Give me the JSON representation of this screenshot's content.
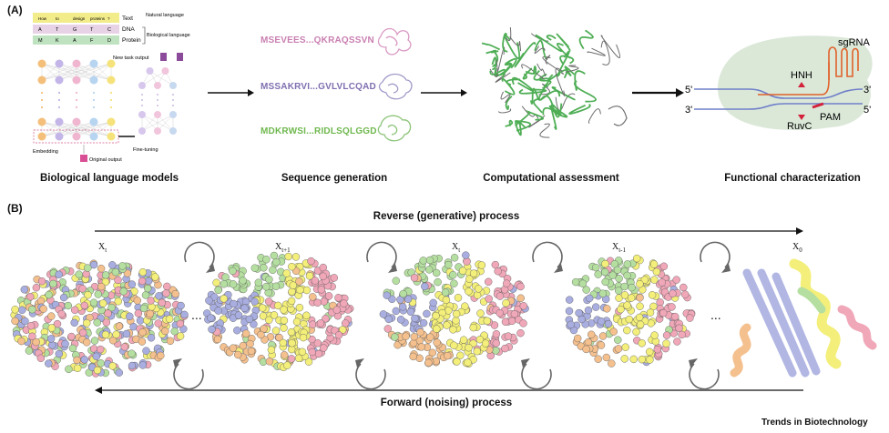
{
  "panel_a": {
    "label": "(A)",
    "step_captions": [
      "Biological language models",
      "Sequence generation",
      "Computational assessment",
      "Functional characterization"
    ],
    "lm": {
      "text_tokens": [
        "How",
        "to",
        "design",
        "proteins",
        "?"
      ],
      "dna_tokens": [
        "A",
        "T",
        "G",
        "T",
        "C"
      ],
      "protein_tokens": [
        "M",
        "K",
        "A",
        "F",
        "D"
      ],
      "text_label": "Text",
      "dna_label": "DNA",
      "protein_label": "Protein",
      "natural_language": "Natural language",
      "biological_language": "Biological language",
      "new_task_output": "New task output",
      "embedding": "Embedding",
      "fine_tuning": "Fine-tuning",
      "original_output": "Original output"
    },
    "sequences": [
      {
        "text": "MSEVEES...QKRAQSSVN",
        "color": "#c97fb1"
      },
      {
        "text": "MSSAKRVI...GVLVLCQAD",
        "color": "#7f6fb0"
      },
      {
        "text": "MDKRWSI...RIDLSQLGGD",
        "color": "#7bc25e"
      }
    ],
    "functional": {
      "sgrna": "sgRNA",
      "hnh": "HNH",
      "ruvc": "RuvC",
      "pam": "PAM",
      "five_prime_left": "5'",
      "three_prime_right": "3'",
      "three_prime_left": "3'",
      "five_prime_right": "5'"
    }
  },
  "panel_b": {
    "label": "(B)",
    "reverse_process": "Reverse (generative)  process",
    "forward_process": "Forward (noising) process",
    "states": [
      {
        "base": "X",
        "sub": "t"
      },
      {
        "base": "X",
        "sub": "t+1"
      },
      {
        "base": "X",
        "sub": "t"
      },
      {
        "base": "X",
        "sub": "t-1"
      },
      {
        "base": "X",
        "sub": "0"
      }
    ],
    "ellipsis": "...",
    "colors": {
      "blue": "#a9aee0",
      "green": "#b5dfa0",
      "yellow": "#f3ef7a",
      "pink": "#f0a7b8",
      "orange": "#f4c08e"
    }
  },
  "footer": {
    "credit": "Trends in Biotechnology"
  }
}
